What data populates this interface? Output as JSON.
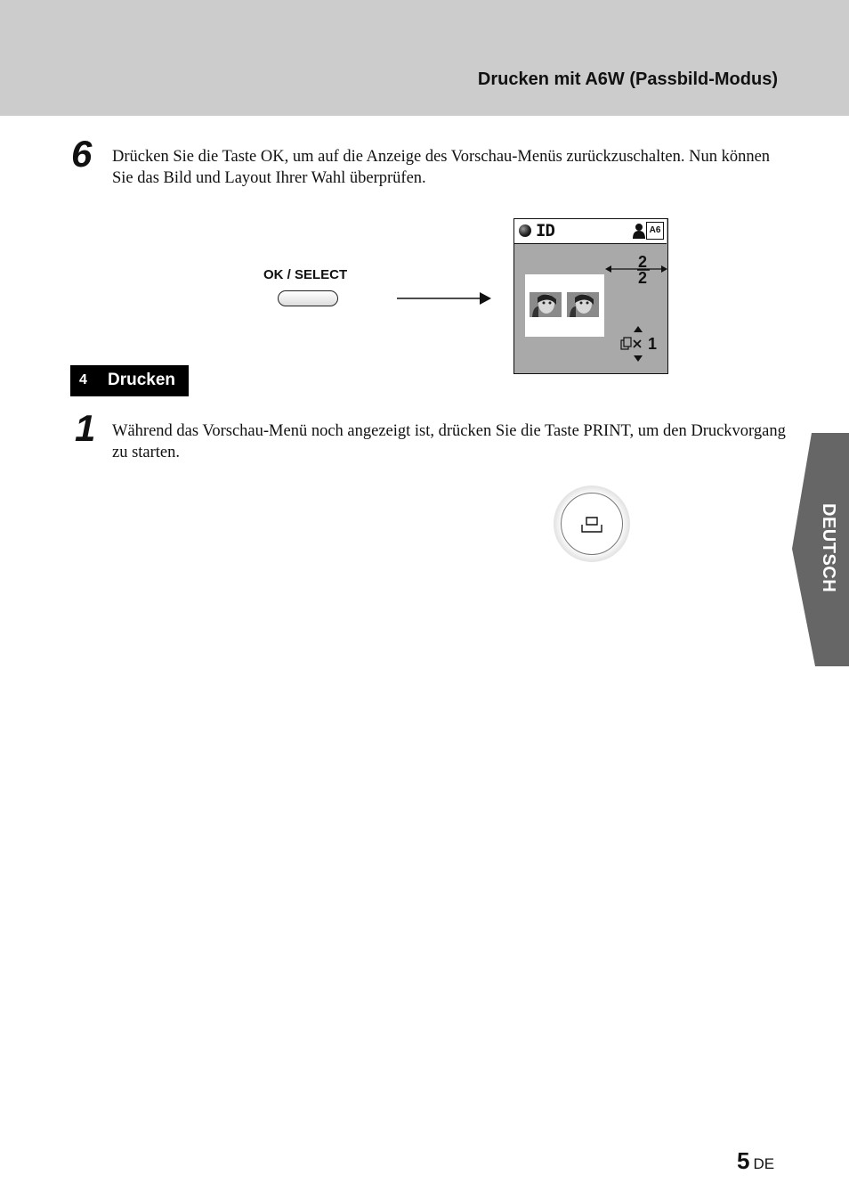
{
  "header": {
    "title": "Drucken mit A6W (Passbild-Modus)"
  },
  "step6": {
    "number": "6",
    "text": "Drücken Sie die Taste OK, um auf die Anzeige des Vorschau-Menüs zurückzuschalten. Nun können Sie das Bild und Layout Ihrer Wahl überprüfen."
  },
  "diagram": {
    "ok_label": "OK / SELECT",
    "lcd": {
      "mode": "ID",
      "paper": "A6",
      "page_current": "2",
      "page_total": "2",
      "copies": "1"
    }
  },
  "section": {
    "number": "4",
    "title": "Drucken"
  },
  "step1": {
    "number": "1",
    "text": "Während das Vorschau-Menü noch angezeigt ist, drücken Sie die Taste PRINT, um den Druckvorgang zu starten."
  },
  "side_tab": {
    "label": "DEUTSCH",
    "color": "#666666"
  },
  "footer": {
    "page_number": "5",
    "lang": "DE"
  }
}
